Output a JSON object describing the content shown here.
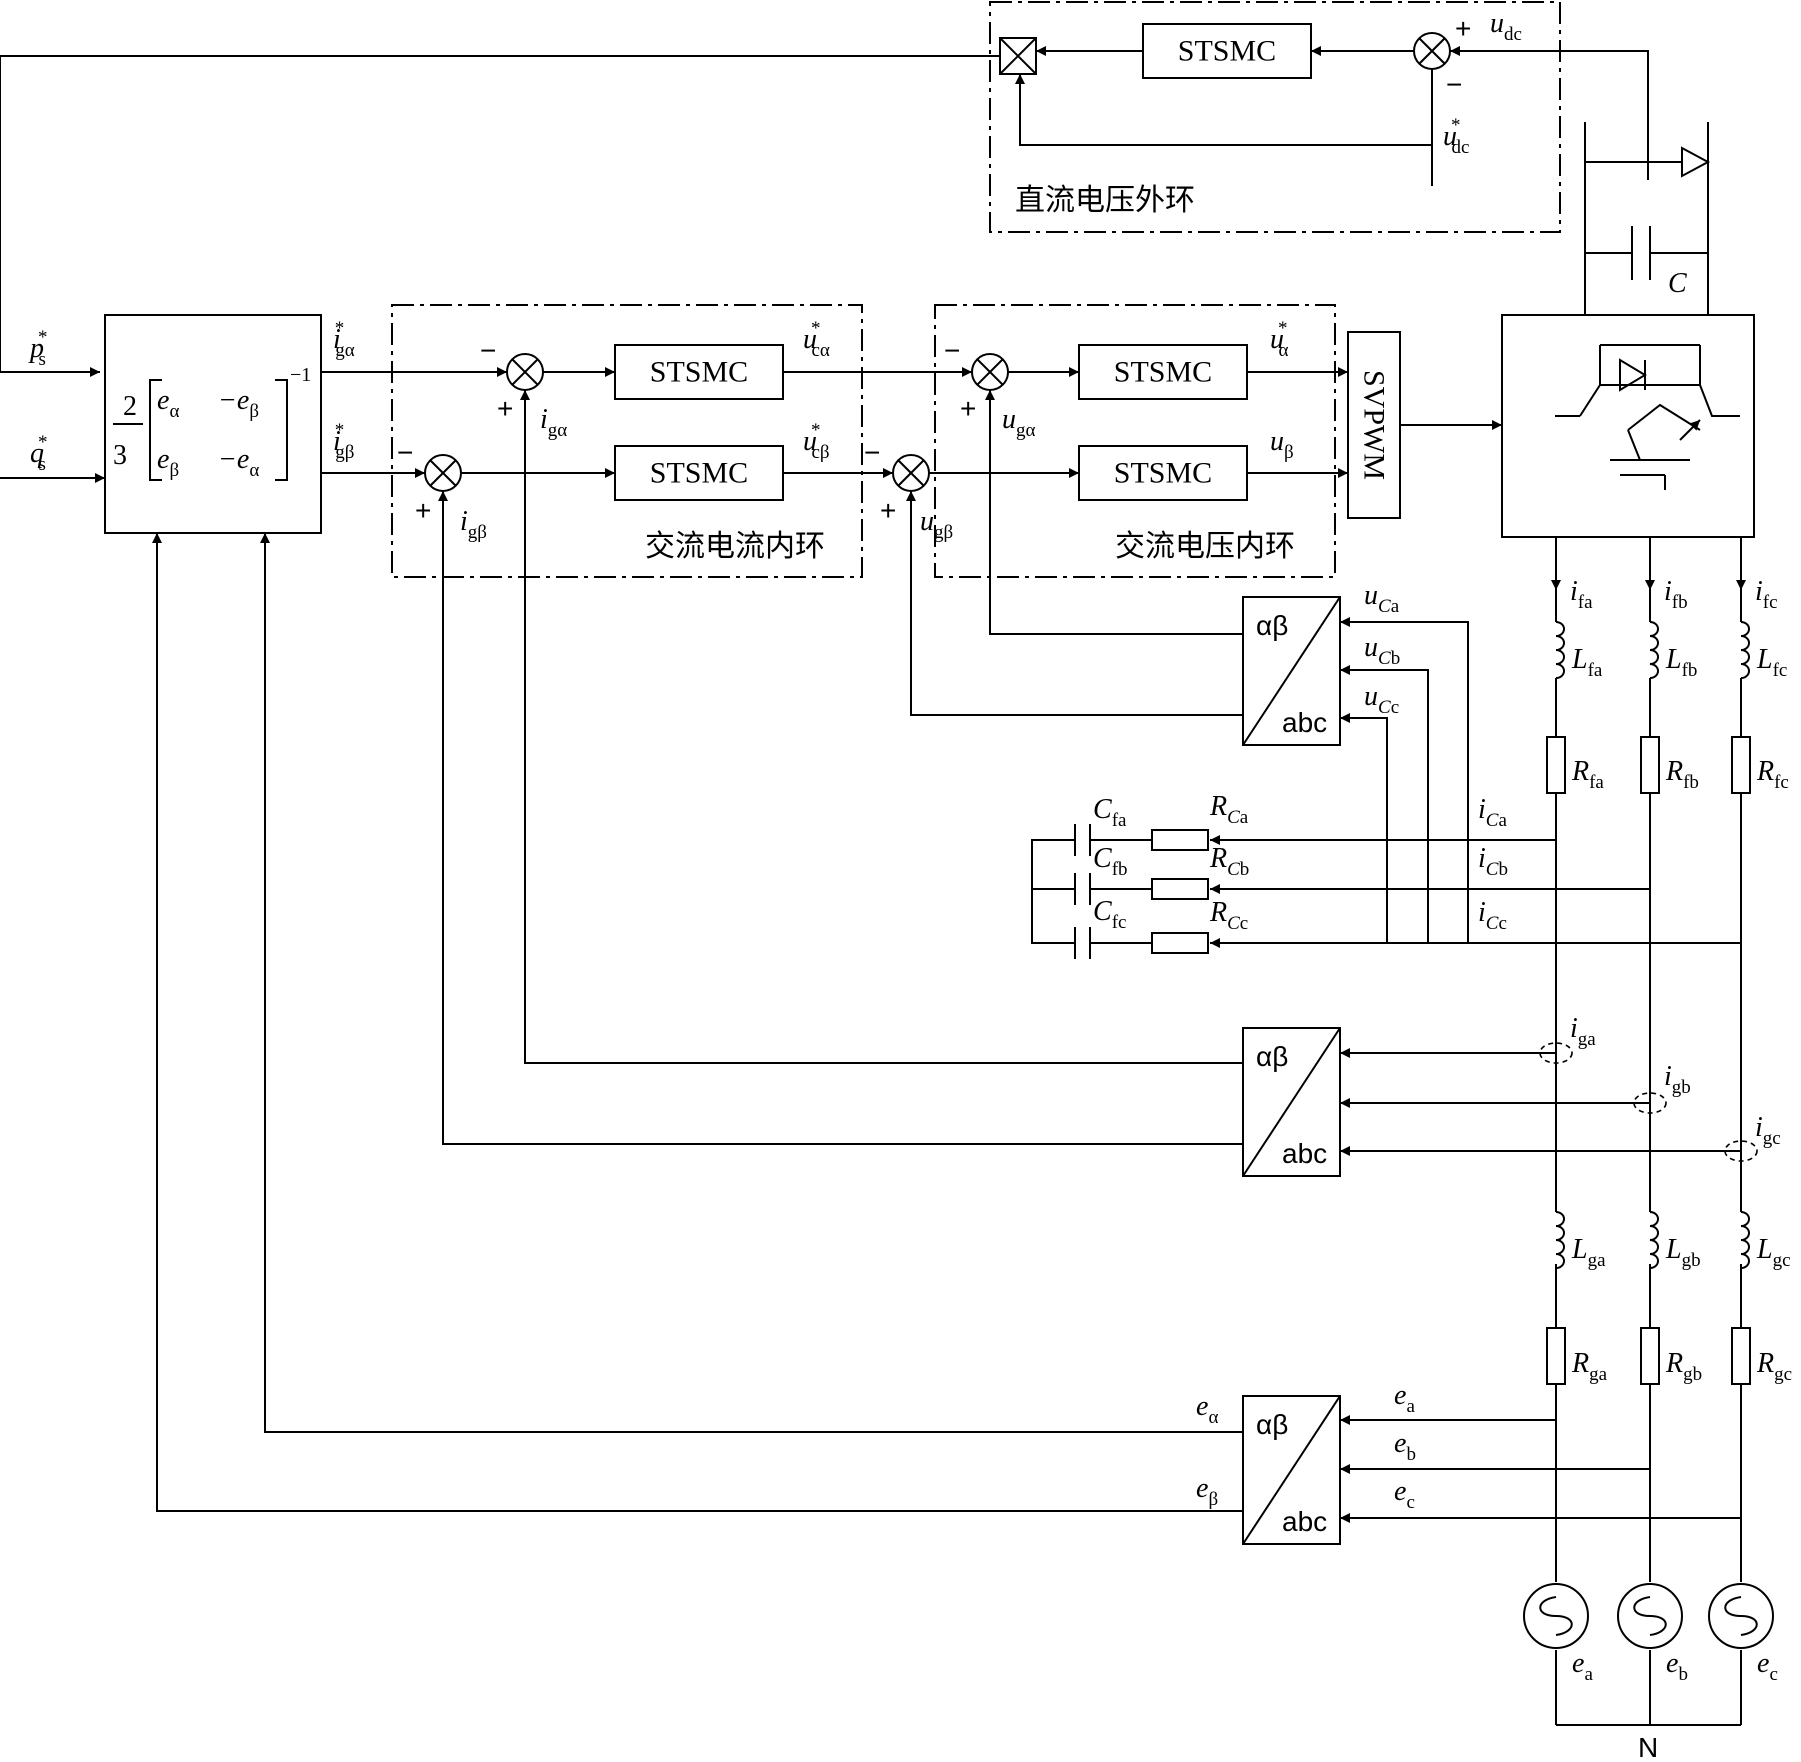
{
  "colors": {
    "line": "#000000",
    "background": "#ffffff"
  },
  "blocks": {
    "stsmc_dc": "STSMC",
    "stsmc_ia": "STSMC",
    "stsmc_ib": "STSMC",
    "stsmc_ua": "STSMC",
    "stsmc_ub": "STSMC",
    "svpwm": "SVPWM",
    "frac_num": "2",
    "frac_den": "3",
    "m11": "e",
    "m11s": "α",
    "m12": "−e",
    "m12s": "β",
    "m21": "e",
    "m21s": "β",
    "m22": "−e",
    "m22s": "α",
    "inv": "−1"
  },
  "converters": {
    "top": "αβ",
    "bottom": "abc"
  },
  "region_labels": {
    "dc_loop": "直流电压外环",
    "current_loop": "交流电流内环",
    "voltage_loop": "交流电压内环"
  },
  "signs": {
    "plus": "+",
    "minus": "−"
  },
  "neutral": "N",
  "signals": {
    "ps": {
      "m": "p",
      "sub": "s",
      "sup": "*"
    },
    "qs": {
      "m": "q",
      "sub": "s",
      "sup": "*"
    },
    "iga_ref": {
      "m": "i",
      "sub": "gα",
      "sup": "*"
    },
    "igb_ref": {
      "m": "i",
      "sub": "gβ",
      "sup": "*"
    },
    "iga": {
      "m": "i",
      "sub": "gα"
    },
    "igb": {
      "m": "i",
      "sub": "gβ"
    },
    "uca_ref": {
      "m": "u",
      "sub": "cα",
      "sup": "*"
    },
    "ucb_ref": {
      "m": "u",
      "sub": "cβ",
      "sup": "*"
    },
    "ua_ref": {
      "m": "u",
      "sub": "α",
      "sup": "*"
    },
    "ub": {
      "m": "u",
      "sub": "β"
    },
    "uga": {
      "m": "u",
      "sub": "gα"
    },
    "ugb": {
      "m": "u",
      "sub": "gβ"
    },
    "udc": {
      "m": "u",
      "sub": "dc"
    },
    "udc_ref": {
      "m": "u",
      "sub": "dc",
      "sup": "*"
    },
    "C": {
      "m": "C"
    },
    "ifa": {
      "m": "i",
      "sub": "fa"
    },
    "ifb": {
      "m": "i",
      "sub": "fb"
    },
    "ifc": {
      "m": "i",
      "sub": "fc"
    },
    "Lfa": {
      "m": "L",
      "sub": "fa"
    },
    "Lfb": {
      "m": "L",
      "sub": "fb"
    },
    "Lfc": {
      "m": "L",
      "sub": "fc"
    },
    "Rfa": {
      "m": "R",
      "sub": "fa"
    },
    "Rfb": {
      "m": "R",
      "sub": "fb"
    },
    "Rfc": {
      "m": "R",
      "sub": "fc"
    },
    "uCa": {
      "m": "u",
      "subi": "C",
      "sub": "a"
    },
    "uCb": {
      "m": "u",
      "subi": "C",
      "sub": "b"
    },
    "uCc": {
      "m": "u",
      "subi": "C",
      "sub": "c"
    },
    "Cfa": {
      "m": "C",
      "sub": "fa"
    },
    "Cfb": {
      "m": "C",
      "sub": "fb"
    },
    "Cfc": {
      "m": "C",
      "sub": "fc"
    },
    "RCa": {
      "m": "R",
      "subi": "C",
      "sub": "a"
    },
    "RCb": {
      "m": "R",
      "subi": "C",
      "sub": "b"
    },
    "RCc": {
      "m": "R",
      "subi": "C",
      "sub": "c"
    },
    "iCa": {
      "m": "i",
      "subi": "C",
      "sub": "a"
    },
    "iCb": {
      "m": "i",
      "subi": "C",
      "sub": "b"
    },
    "iCc": {
      "m": "i",
      "subi": "C",
      "sub": "c"
    },
    "iga_m": {
      "m": "i",
      "sub": "ga"
    },
    "igb_m": {
      "m": "i",
      "sub": "gb"
    },
    "igc_m": {
      "m": "i",
      "sub": "gc"
    },
    "Lga": {
      "m": "L",
      "sub": "ga"
    },
    "Lgb": {
      "m": "L",
      "sub": "gb"
    },
    "Lgc": {
      "m": "L",
      "sub": "gc"
    },
    "Rga": {
      "m": "R",
      "sub": "ga"
    },
    "Rgb": {
      "m": "R",
      "sub": "gb"
    },
    "Rgc": {
      "m": "R",
      "sub": "gc"
    },
    "ea_in": {
      "m": "e",
      "sub": "a"
    },
    "eb_in": {
      "m": "e",
      "sub": "b"
    },
    "ec_in": {
      "m": "e",
      "sub": "c"
    },
    "e_alpha": {
      "m": "e",
      "sub": "α"
    },
    "e_beta": {
      "m": "e",
      "sub": "β"
    },
    "ea_src": {
      "m": "e",
      "sub": "a"
    },
    "eb_src": {
      "m": "e",
      "sub": "b"
    },
    "ec_src": {
      "m": "e",
      "sub": "c"
    }
  }
}
